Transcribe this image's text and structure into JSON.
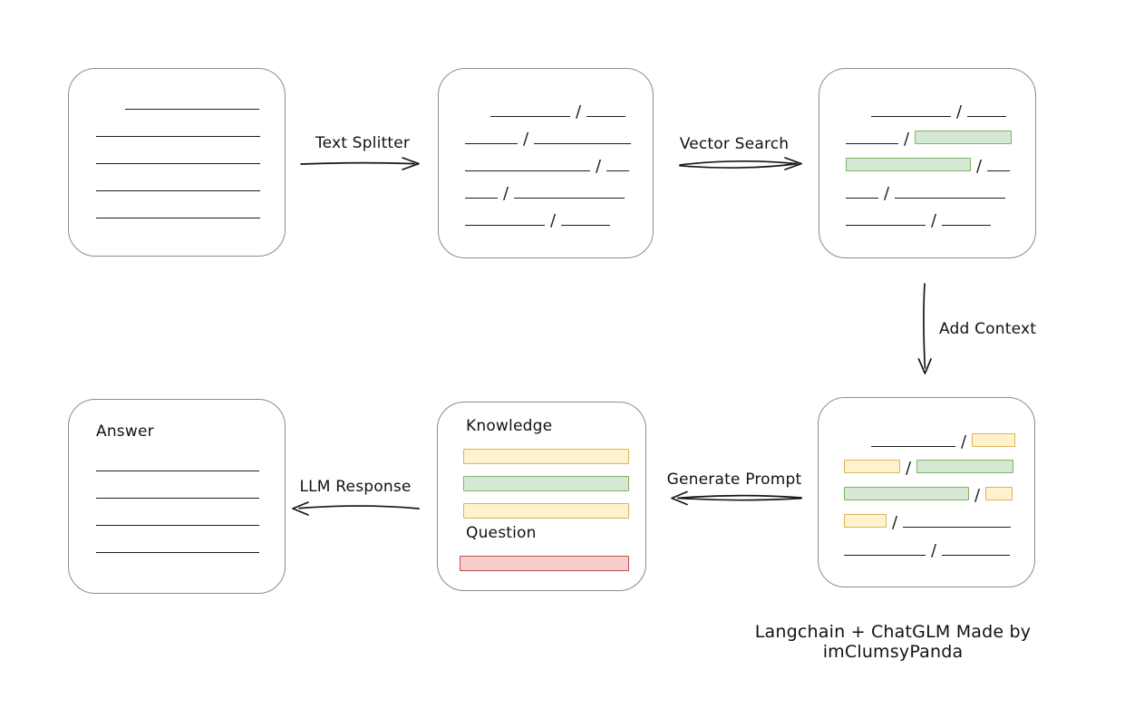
{
  "caption": "Langchain + ChatGLM Made by imClumsyPanda",
  "glyphs": {
    "slash": "/"
  },
  "arrows": {
    "text_splitter": {
      "label": "Text Splitter",
      "direction": "right"
    },
    "vector_search": {
      "label": "Vector Search",
      "direction": "right"
    },
    "add_context": {
      "label": "Add Context",
      "direction": "down"
    },
    "generate_prompt": {
      "label": "Generate Prompt",
      "direction": "left"
    },
    "llm_response": {
      "label": "LLM Response",
      "direction": "left"
    }
  },
  "boxes": {
    "document": {
      "content": "five horizontal text lines"
    },
    "split_text": {
      "content": "five text lines split by slashes"
    },
    "vector_result": {
      "content": "split text with two matched chunks highlighted green"
    },
    "context_result": {
      "content": "split text with green matched chunks and yellow context chunks"
    },
    "prompt": {
      "knowledge_label": "Knowledge",
      "question_label": "Question"
    },
    "answer": {
      "title": "Answer"
    }
  },
  "colors": {
    "matched_chunk_fill": "#d5e8d4",
    "matched_chunk_border": "#82b366",
    "context_chunk_fill": "#fff2cc",
    "context_chunk_border": "#d6b656",
    "question_fill": "#f8cecc",
    "question_border": "#b85450",
    "box_border": "#8c8c8c",
    "ink": "#1c1c1c"
  }
}
